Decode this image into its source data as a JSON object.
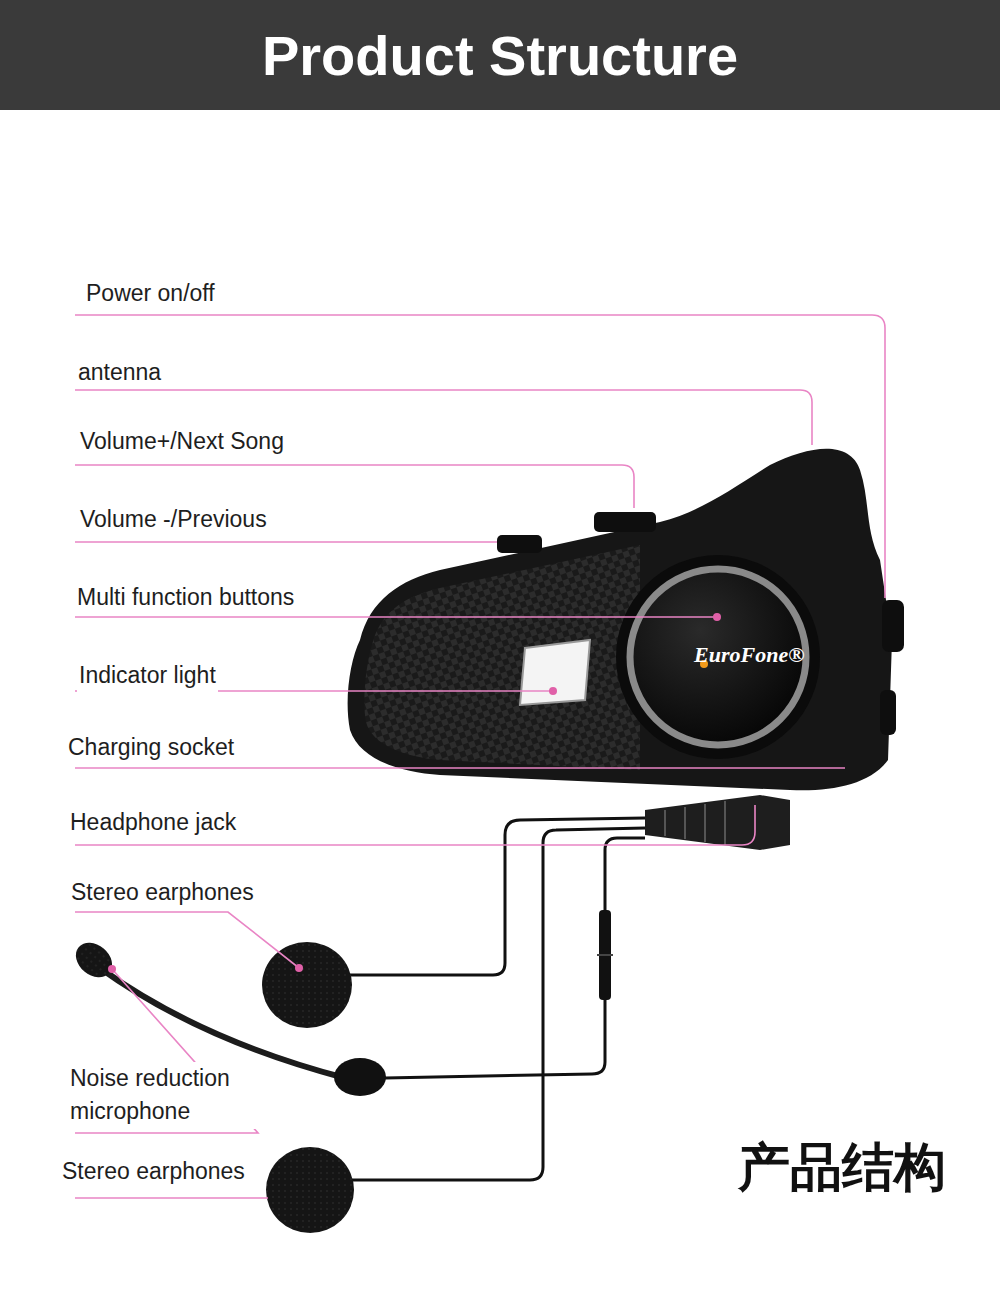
{
  "diagram": {
    "title": "Product Structure",
    "labels": [
      "Power on/off",
      "antenna",
      "Volume+/Next Song",
      "Volume -/Previous",
      "Multi function buttons",
      "EuroFone®",
      "Indicator light",
      "Charging socket",
      "Headphone jack",
      "Stereo earphones",
      "Noise reduction microphone",
      "Stereo earphones",
      "产品结构"
    ]
  }
}
